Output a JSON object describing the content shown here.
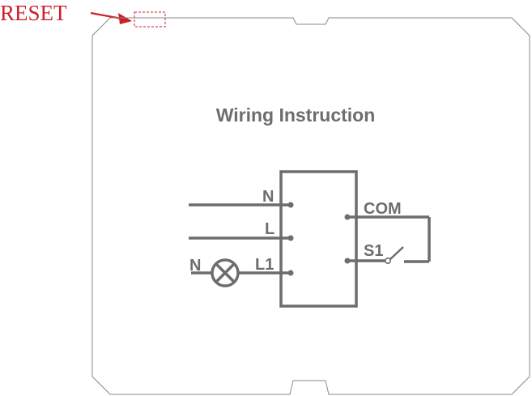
{
  "reset_label": "RESET",
  "title": "Wiring Instruction",
  "terminals": {
    "left": [
      "N",
      "L",
      "L1"
    ],
    "right": [
      "COM",
      "S1"
    ]
  },
  "lamp_label": "N",
  "colors": {
    "reset": "#cc1f2a",
    "outline": "#888888",
    "wiring": "#6d6d6d"
  },
  "icons": {
    "lamp": "lamp-icon",
    "switch": "switch-icon"
  }
}
